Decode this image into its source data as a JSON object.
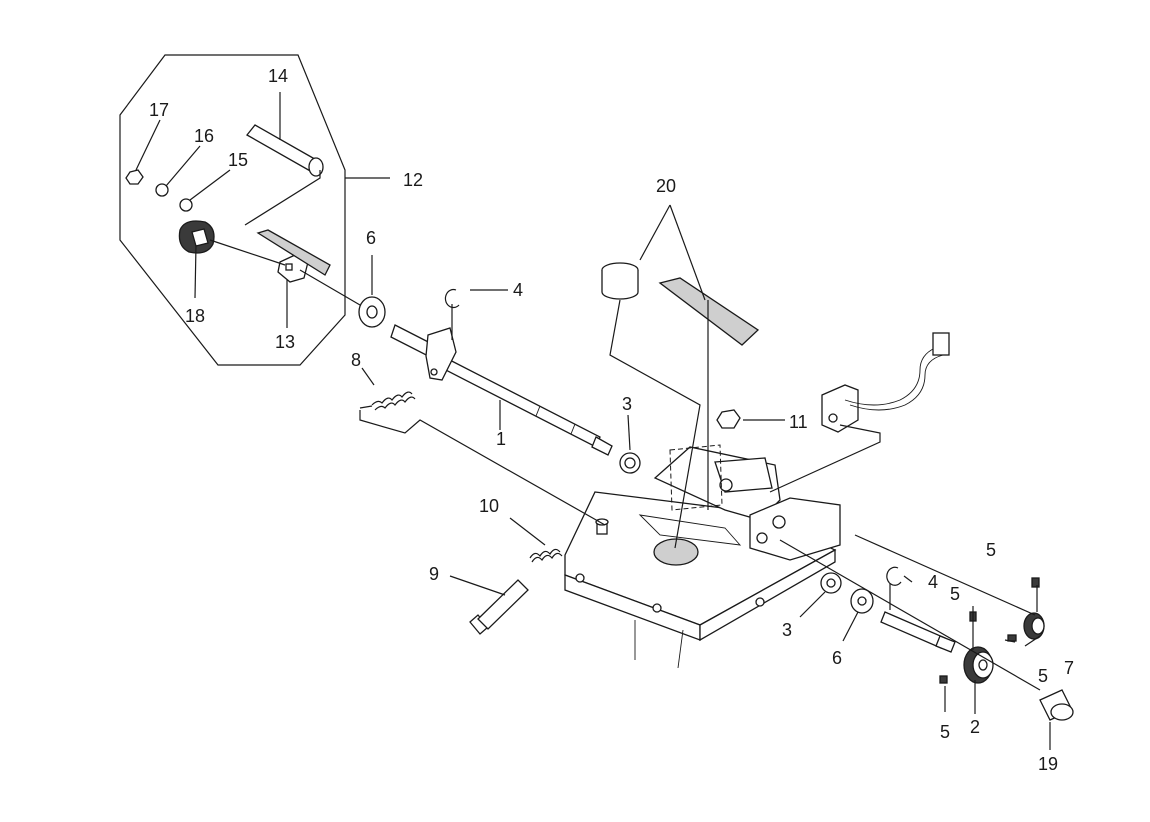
{
  "callouts": {
    "c1": "1",
    "c2": "2",
    "c3a": "3",
    "c3b": "3",
    "c4a": "4",
    "c4b": "4",
    "c5a": "5",
    "c5b": "5",
    "c5c": "5",
    "c5d": "5",
    "c6a": "6",
    "c6b": "6",
    "c7": "7",
    "c8": "8",
    "c9": "9",
    "c10": "10",
    "c11": "11",
    "c12": "12",
    "c13": "13",
    "c14": "14",
    "c15": "15",
    "c16": "16",
    "c17": "17",
    "c18": "18",
    "c19": "19",
    "c20": "20"
  },
  "colors": {
    "line": "#1a1a1a",
    "background": "#ffffff",
    "shade": "#cfcfcf"
  }
}
